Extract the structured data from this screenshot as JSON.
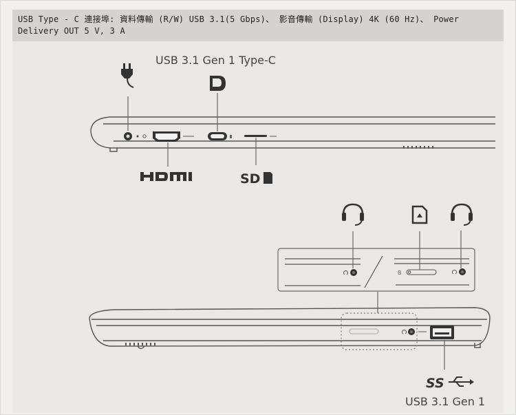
{
  "caption": {
    "line1": "USB Type - C 連接埠: 資料傳輸 (R/W) USB 3.1(5 Gbps)、 影音傳輸 (Display) 4K (60 Hz)、 Power",
    "line2": "Delivery OUT 5 V, 3 A"
  },
  "left_side": {
    "title": "USB 3.1 Gen 1 Type-C",
    "ports": [
      {
        "name": "power",
        "icon": "power-plug-icon"
      },
      {
        "name": "hdmi",
        "label": "HDMI",
        "icon": "hdmi-logo"
      },
      {
        "name": "usb-c",
        "icon": "displayport-icon"
      },
      {
        "name": "sd",
        "label": "SD",
        "icon": "sd-card-icon"
      }
    ]
  },
  "right_side": {
    "ports": [
      {
        "name": "audio-jack-a",
        "icon": "headset-icon"
      },
      {
        "name": "sd-slot",
        "icon": "sd-card-icon"
      },
      {
        "name": "audio-jack-b",
        "icon": "headset-icon"
      },
      {
        "name": "usb-a",
        "label": "USB 3.1 Gen 1",
        "icon": "superspeed-usb-icon",
        "logo_text": "SS"
      }
    ]
  },
  "colors": {
    "ink": "#333333",
    "line": "#555555",
    "bg": "#e9e8e6",
    "caption_bg": "#d4d3d1"
  }
}
